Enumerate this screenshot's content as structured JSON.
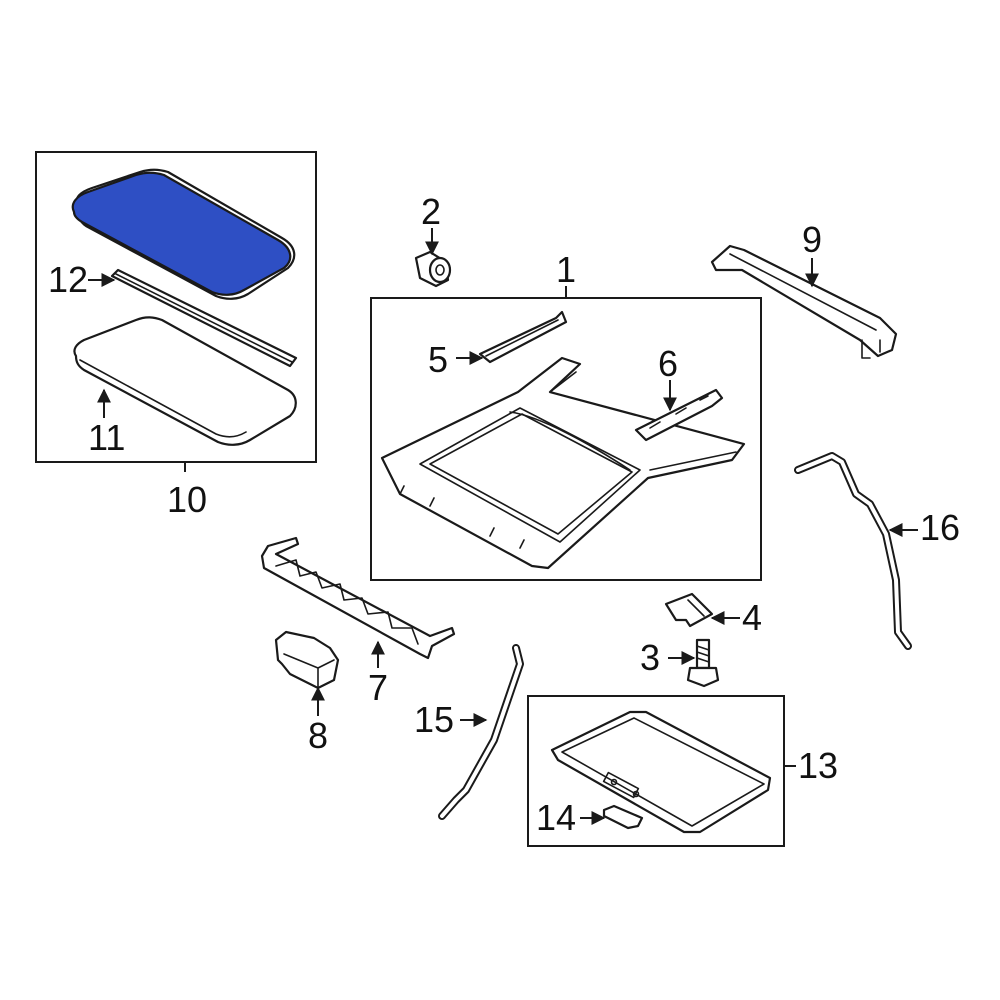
{
  "colors": {
    "highlight_fill": "#2e4fc4",
    "highlight_stroke": "#1a1a1a",
    "line": "#1a1a1a",
    "background": "#ffffff"
  },
  "callouts": {
    "c1": "1",
    "c2": "2",
    "c3": "3",
    "c4": "4",
    "c5": "5",
    "c6": "6",
    "c7": "7",
    "c8": "8",
    "c9": "9",
    "c10": "10",
    "c11": "11",
    "c12": "12",
    "c13": "13",
    "c14": "14",
    "c15": "15",
    "c16": "16"
  },
  "highlighted_part": "10"
}
